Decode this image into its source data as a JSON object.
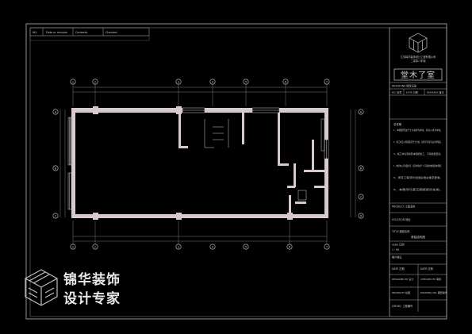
{
  "revision_table": {
    "headers": [
      "NO.",
      "Date or revision",
      "Contents",
      "Checked"
    ]
  },
  "title_block": {
    "company_line1": "江苏锦华装饰设计工程有限公司",
    "company_line2": "二零零八年版",
    "brand_logo_text": "堂木了室",
    "revisions_label": "REVISIONS 修改记录",
    "rev_cols": [
      "NO. 编号",
      "DATE 日期",
      "REMARKS 备注"
    ],
    "general_notes_title": "总说明",
    "notes": [
      "1、本图纸所注尺寸以毫米为单位，标高以米为单位。",
      "2、施工时应以现场实际尺寸为准，如有不符请与设计师联系。",
      "3、施工单位须按照本图纸施工，不得擅自更改。",
      "4、未经本公司书面许可，任何单位和个人不得复制或使用本图纸。",
      "5、所有工程须符合国家相关规范要求。",
      "6、本图须与其它图纸配合使用。"
    ],
    "product_label": "PRODUCT 工程名称",
    "location_label": "LOCATION 地址",
    "title_label": "TITLE 图纸名称",
    "drawing_title": "原始结构图",
    "scale_label": "scale 比例",
    "scale_value": "1 : 90",
    "client_label": "客户确认",
    "date_label": "DATE 日期",
    "date_label2": "DATE 日期",
    "designed_label": "DESIGNED BY 设计",
    "checked_label": "CHECKED BY 审核",
    "drawn_label": "DRAWN BY 绘图",
    "drawing_no_label": "DRAWING NO. 图纸编号",
    "job_label": "JOB NO. 工程编号"
  },
  "grid_labels": {
    "top": [
      "1",
      "2",
      "3",
      "4",
      "5",
      "6",
      "7"
    ],
    "bottom": [
      "1",
      "2",
      "3",
      "4",
      "5",
      "6",
      "7"
    ],
    "left": [
      "A",
      "B",
      "C"
    ],
    "right": [
      "A",
      "B",
      "C",
      "D"
    ]
  },
  "watermark": {
    "line1": "锦华装饰",
    "line2": "设计专家"
  },
  "colors": {
    "background": "#000000",
    "wall": "#d8c8cf",
    "line": "#cfcfcf",
    "dim": "#9a9a9a"
  }
}
